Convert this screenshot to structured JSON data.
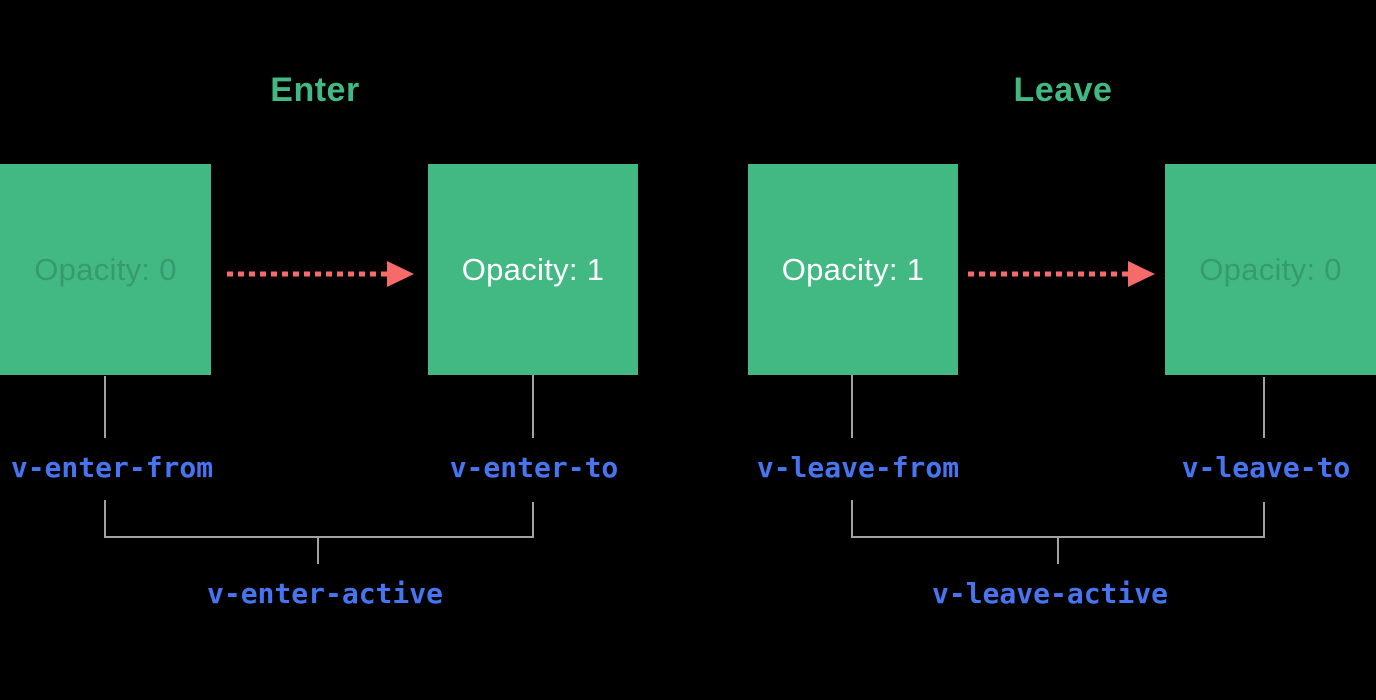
{
  "diagram": {
    "background": "#000000",
    "groups": [
      {
        "title": "Enter",
        "from_box_label": "Opacity: 0",
        "to_box_label": "Opacity: 1",
        "from_class": "v-enter-from",
        "to_class": "v-enter-to",
        "active_class": "v-enter-active"
      },
      {
        "title": "Leave",
        "from_box_label": "Opacity: 1",
        "to_box_label": "Opacity: 0",
        "from_class": "v-leave-from",
        "to_class": "v-leave-to",
        "active_class": "v-leave-active"
      }
    ],
    "colors": {
      "box_green": "#42b883",
      "title_green": "#42b883",
      "arrow_red": "#f66a6a",
      "class_label_blue": "#4775f1",
      "connector_gray": "#a2a2a2",
      "box_text_white": "#ffffff"
    }
  }
}
